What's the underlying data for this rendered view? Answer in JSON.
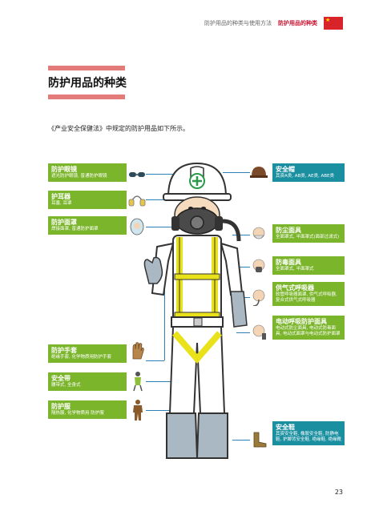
{
  "header": {
    "crumb": "防护用品的种类与使用方法",
    "current": "防护用品的种类"
  },
  "title": "防护用品的种类",
  "intro": "《产业安全保健法》中规定的防护用品如下所示。",
  "left_items": [
    {
      "title": "防护眼镜",
      "desc": "遮光防护眼镜, 普通防护眼镜",
      "icon": "goggles-icon"
    },
    {
      "title": "护耳器",
      "desc": "耳塞, 耳罩",
      "icon": "earmuff-icon"
    },
    {
      "title": "防护面罩",
      "desc": "焊接面罩, 普通防护面罩",
      "icon": "face-shield-icon"
    },
    {
      "title": "防护手套",
      "desc": "绝缘手套, 化学物质用防护手套",
      "icon": "glove-icon"
    },
    {
      "title": "安全带",
      "desc": "腰带式, 全身式",
      "icon": "harness-icon"
    },
    {
      "title": "防护服",
      "desc": "隔热服, 化学物质用 防护服",
      "icon": "protective-suit-icon"
    }
  ],
  "right_items": [
    {
      "title": "安全帽",
      "desc": "其资A类, AB类, AE类, ABE类",
      "icon": "helmet-icon"
    },
    {
      "title": "防尘面具",
      "desc": "全面罩式, 半面罩式(面部过滤式)",
      "icon": "dust-mask-icon"
    },
    {
      "title": "防毒面具",
      "desc": "全面罩式, 半面罩式",
      "icon": "gas-mask-icon"
    },
    {
      "title": "供气式呼吸器",
      "desc": "软管呼吸器面罩, 供气式呼吸器, 复合式供气式呼吸器",
      "icon": "air-supply-respirator-icon"
    },
    {
      "title": "电动呼吸防护面具",
      "desc": "电动式防尘面具, 电动式防毒面具, 电动式面罩与电动式防护面罩",
      "icon": "powered-respirator-icon"
    },
    {
      "title": "安全鞋",
      "desc": "其资安全鞋, 橡胶安全鞋, 防静电鞋, 护脚背安全鞋, 绝缘鞋, 绝缘靴",
      "icon": "safety-boot-icon"
    }
  ],
  "page_number": "23",
  "colors": {
    "green": "#7bb52b",
    "teal": "#1a8fa0",
    "accent": "#c8102e",
    "bar": "#e37b7b"
  }
}
